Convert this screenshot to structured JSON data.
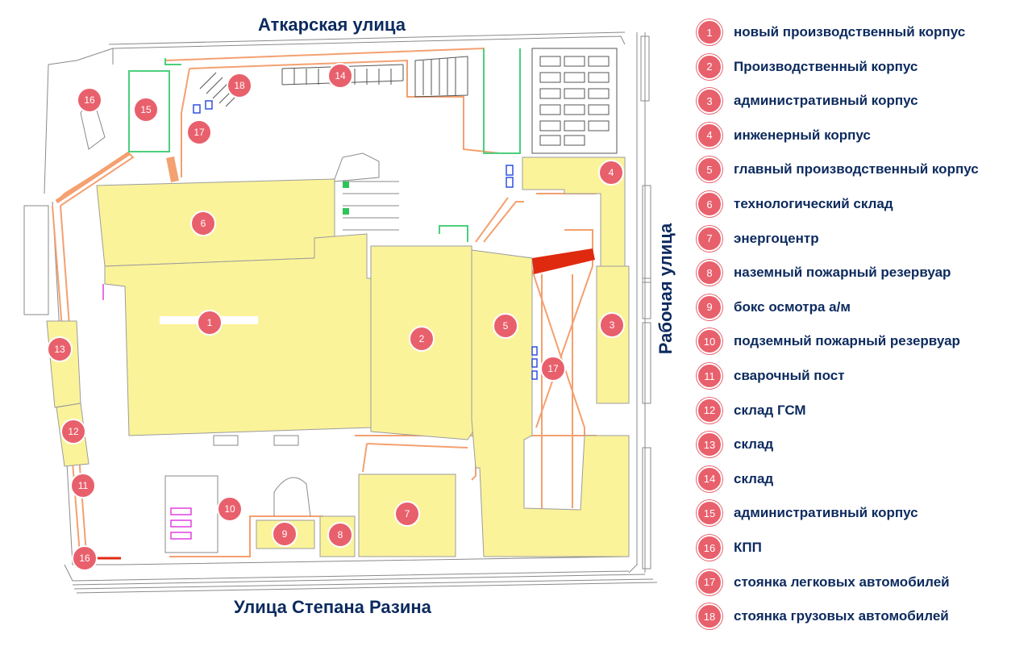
{
  "streets": {
    "top": "Аткарская улица",
    "bottom": "Улица Степана Разина",
    "right": "Рабочая улица"
  },
  "colors": {
    "building": "#fbf39a",
    "building_stroke": "#9c9c9c",
    "marker": "#e8606c",
    "text": "#0c2a5e",
    "orange": "#f4a070",
    "green": "#4ccf7c",
    "magenta": "#e040e0",
    "red": "#e02a10"
  },
  "markers": [
    "16",
    "15",
    "18",
    "14",
    "17",
    "6",
    "4",
    "1",
    "2",
    "5",
    "3",
    "17",
    "13",
    "12",
    "11",
    "10",
    "9",
    "8",
    "7",
    "16"
  ],
  "legend": [
    {
      "num": "1",
      "text": "новый производственный корпус"
    },
    {
      "num": "2",
      "text": "Производственный корпус"
    },
    {
      "num": "3",
      "text": "административный корпус"
    },
    {
      "num": "4",
      "text": "инженерный корпус"
    },
    {
      "num": "5",
      "text": "главный производственный корпус"
    },
    {
      "num": "6",
      "text": "технологический склад"
    },
    {
      "num": "7",
      "text": "энергоцентр"
    },
    {
      "num": "8",
      "text": "наземный пожарный резервуар"
    },
    {
      "num": "9",
      "text": "бокс осмотра а/м"
    },
    {
      "num": "10",
      "text": "подземный пожарный резервуар"
    },
    {
      "num": "11",
      "text": "сварочный пост"
    },
    {
      "num": "12",
      "text": "склад ГСМ"
    },
    {
      "num": "13",
      "text": "склад"
    },
    {
      "num": "14",
      "text": "склад"
    },
    {
      "num": "15",
      "text": "административный корпус"
    },
    {
      "num": "16",
      "text": "КПП"
    },
    {
      "num": "17",
      "text": "стоянка легковых автомобилей"
    },
    {
      "num": "18",
      "text": "стоянка грузовых автомобилей"
    }
  ]
}
